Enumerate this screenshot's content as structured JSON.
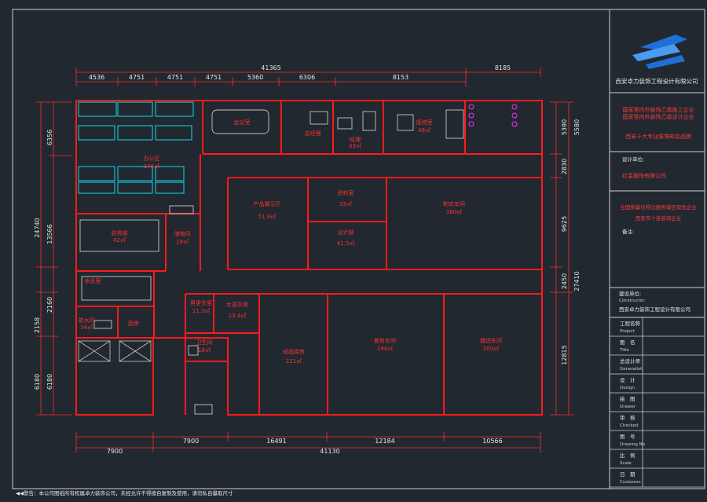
{
  "dimensions": {
    "top_total": "41365",
    "top_right": "8185",
    "top_segments": [
      "4536",
      "4751",
      "4751",
      "4751",
      "5360",
      "6306",
      "8153"
    ],
    "bottom_total": "41130",
    "bottom_segments": [
      "7900",
      "7900",
      "16491",
      "12184",
      "10566"
    ],
    "left_total": "24740",
    "left_mid": "13566",
    "left_a": [
      "6356",
      "2160",
      "2158",
      "6180",
      "6180"
    ],
    "right_total": "27410",
    "right_a": [
      "5390",
      "5580",
      "2830",
      "9625",
      "2450",
      "12815"
    ]
  },
  "rooms": {
    "office": "办公区",
    "office_area": "146㎡",
    "meeting": "会议室",
    "boss": "总经理",
    "manager": "经理",
    "manager_area": "33㎡",
    "reception": "接待室",
    "reception_area": "46㎡",
    "finance": "财务部",
    "finance_area": "42㎡",
    "storage": "储物间",
    "storage_area": "19㎡",
    "lounge": "休息室",
    "pantry": "茶水间",
    "pantry_area": "34㎡",
    "kitchen": "厨房",
    "showroom": "产品展示厅",
    "showroom_area": "51.8㎡",
    "materials": "资料室",
    "materials_area": "33㎡",
    "design": "设计部",
    "design_area": "41.5㎡",
    "workshop1": "制衣车间",
    "workshop1_area": "160㎡",
    "wash1": "男更衣室",
    "wash1_area": "11.3㎡",
    "wash2": "女更衣室",
    "wash2_area": "13.4㎡",
    "wc": "卫生间",
    "wc_area": "18㎡",
    "warehouse": "成品库房",
    "warehouse_area": "121㎡",
    "cutting": "裁剪车间",
    "cutting_area": "194㎡",
    "sewing": "缝纫车间",
    "sewing_area": "200㎡"
  },
  "title_block": {
    "company": "西安卓力装饰工程设计有限公司",
    "cert1": "国家室内外装饰乙级施工企业",
    "cert2": "国家室内外装饰乙级设计企业",
    "rank": "西安十大专业装饰知名品牌",
    "client_label": "设计单位:",
    "client": "红星服饰有限公司",
    "honor1": "全国质量信得过服务诚信双优企业",
    "honor2": "西安市十佳装饰企业",
    "notes_label": "备注:",
    "designer_label": "建设单位:",
    "designer_en": "Constructor:",
    "designer_value": "西安卓力装饰工程设计有限公司",
    "rows": [
      {
        "cn": "工程名称",
        "en": "Project"
      },
      {
        "cn": "图　名",
        "en": "Title"
      },
      {
        "cn": "总设计师",
        "en": "Generalist"
      },
      {
        "cn": "设　计",
        "en": "Design"
      },
      {
        "cn": "绘　图",
        "en": "Drawer"
      },
      {
        "cn": "审　核",
        "en": "Checked"
      },
      {
        "cn": "图　号",
        "en": "Drawing No"
      },
      {
        "cn": "比　例",
        "en": "Scale"
      },
      {
        "cn": "日　期",
        "en": "Customer"
      }
    ]
  },
  "footer_note": "◀◀警告：本公司图纸所有权属卓力装饰公司，未经允许不得擅自复制及使用，请勿私自量取尺寸",
  "colors": {
    "background": "#212830",
    "wall": "#ff1a1a",
    "dimension": "#ff2b2b",
    "furniture": "#c8c8c8",
    "cyan": "#19d7e6",
    "magenta": "#ff2bff",
    "titletext": "#ff3a3a",
    "logo": "#1e6fd6"
  }
}
